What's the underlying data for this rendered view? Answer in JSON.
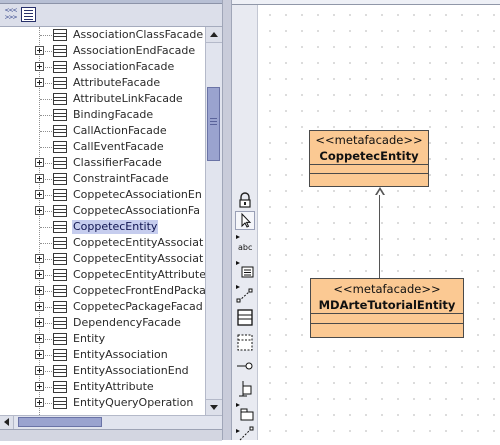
{
  "tree": {
    "items": [
      {
        "label": "AssociationClassFacade",
        "expandable": false
      },
      {
        "label": "AssociationEndFacade",
        "expandable": true
      },
      {
        "label": "AssociationFacade",
        "expandable": true
      },
      {
        "label": "AttributeFacade",
        "expandable": true
      },
      {
        "label": "AttributeLinkFacade",
        "expandable": false
      },
      {
        "label": "BindingFacade",
        "expandable": false
      },
      {
        "label": "CallActionFacade",
        "expandable": false
      },
      {
        "label": "CallEventFacade",
        "expandable": false
      },
      {
        "label": "ClassifierFacade",
        "expandable": true
      },
      {
        "label": "ConstraintFacade",
        "expandable": true
      },
      {
        "label": "CoppetecAssociationEn",
        "expandable": true
      },
      {
        "label": "CoppetecAssociationFa",
        "expandable": true
      },
      {
        "label": "CoppetecEntity",
        "expandable": false,
        "selected": true
      },
      {
        "label": "CoppetecEntityAssociat",
        "expandable": false
      },
      {
        "label": "CoppetecEntityAssociat",
        "expandable": true
      },
      {
        "label": "CoppetecEntityAttribute",
        "expandable": true
      },
      {
        "label": "CoppetecFrontEndPacka",
        "expandable": true
      },
      {
        "label": "CoppetecPackageFacad",
        "expandable": true
      },
      {
        "label": "DependencyFacade",
        "expandable": true
      },
      {
        "label": "Entity",
        "expandable": true
      },
      {
        "label": "EntityAssociation",
        "expandable": true
      },
      {
        "label": "EntityAssociationEnd",
        "expandable": true
      },
      {
        "label": "EntityAttribute",
        "expandable": true
      },
      {
        "label": "EntityQueryOperation",
        "expandable": true
      }
    ]
  },
  "palette": {
    "tools": [
      "lock-icon",
      "select-arrow-icon",
      "text-abc-icon",
      "note-icon",
      "link-icon",
      "class-icon",
      "dashed-box-icon",
      "interface-icon",
      "anchor-icon",
      "package-icon",
      "dependency-icon"
    ],
    "text_tool_label": "abc"
  },
  "diagram": {
    "boxes": [
      {
        "stereotype": "<<metafacade>>",
        "name": "CoppetecEntity"
      },
      {
        "stereotype": "<<metafacade>>",
        "name": "MDArteTutorialEntity"
      }
    ],
    "colors": {
      "class_fill": "#fbc993",
      "selection": "#c6cdee",
      "scroll_thumb": "#9aa3cf"
    }
  }
}
